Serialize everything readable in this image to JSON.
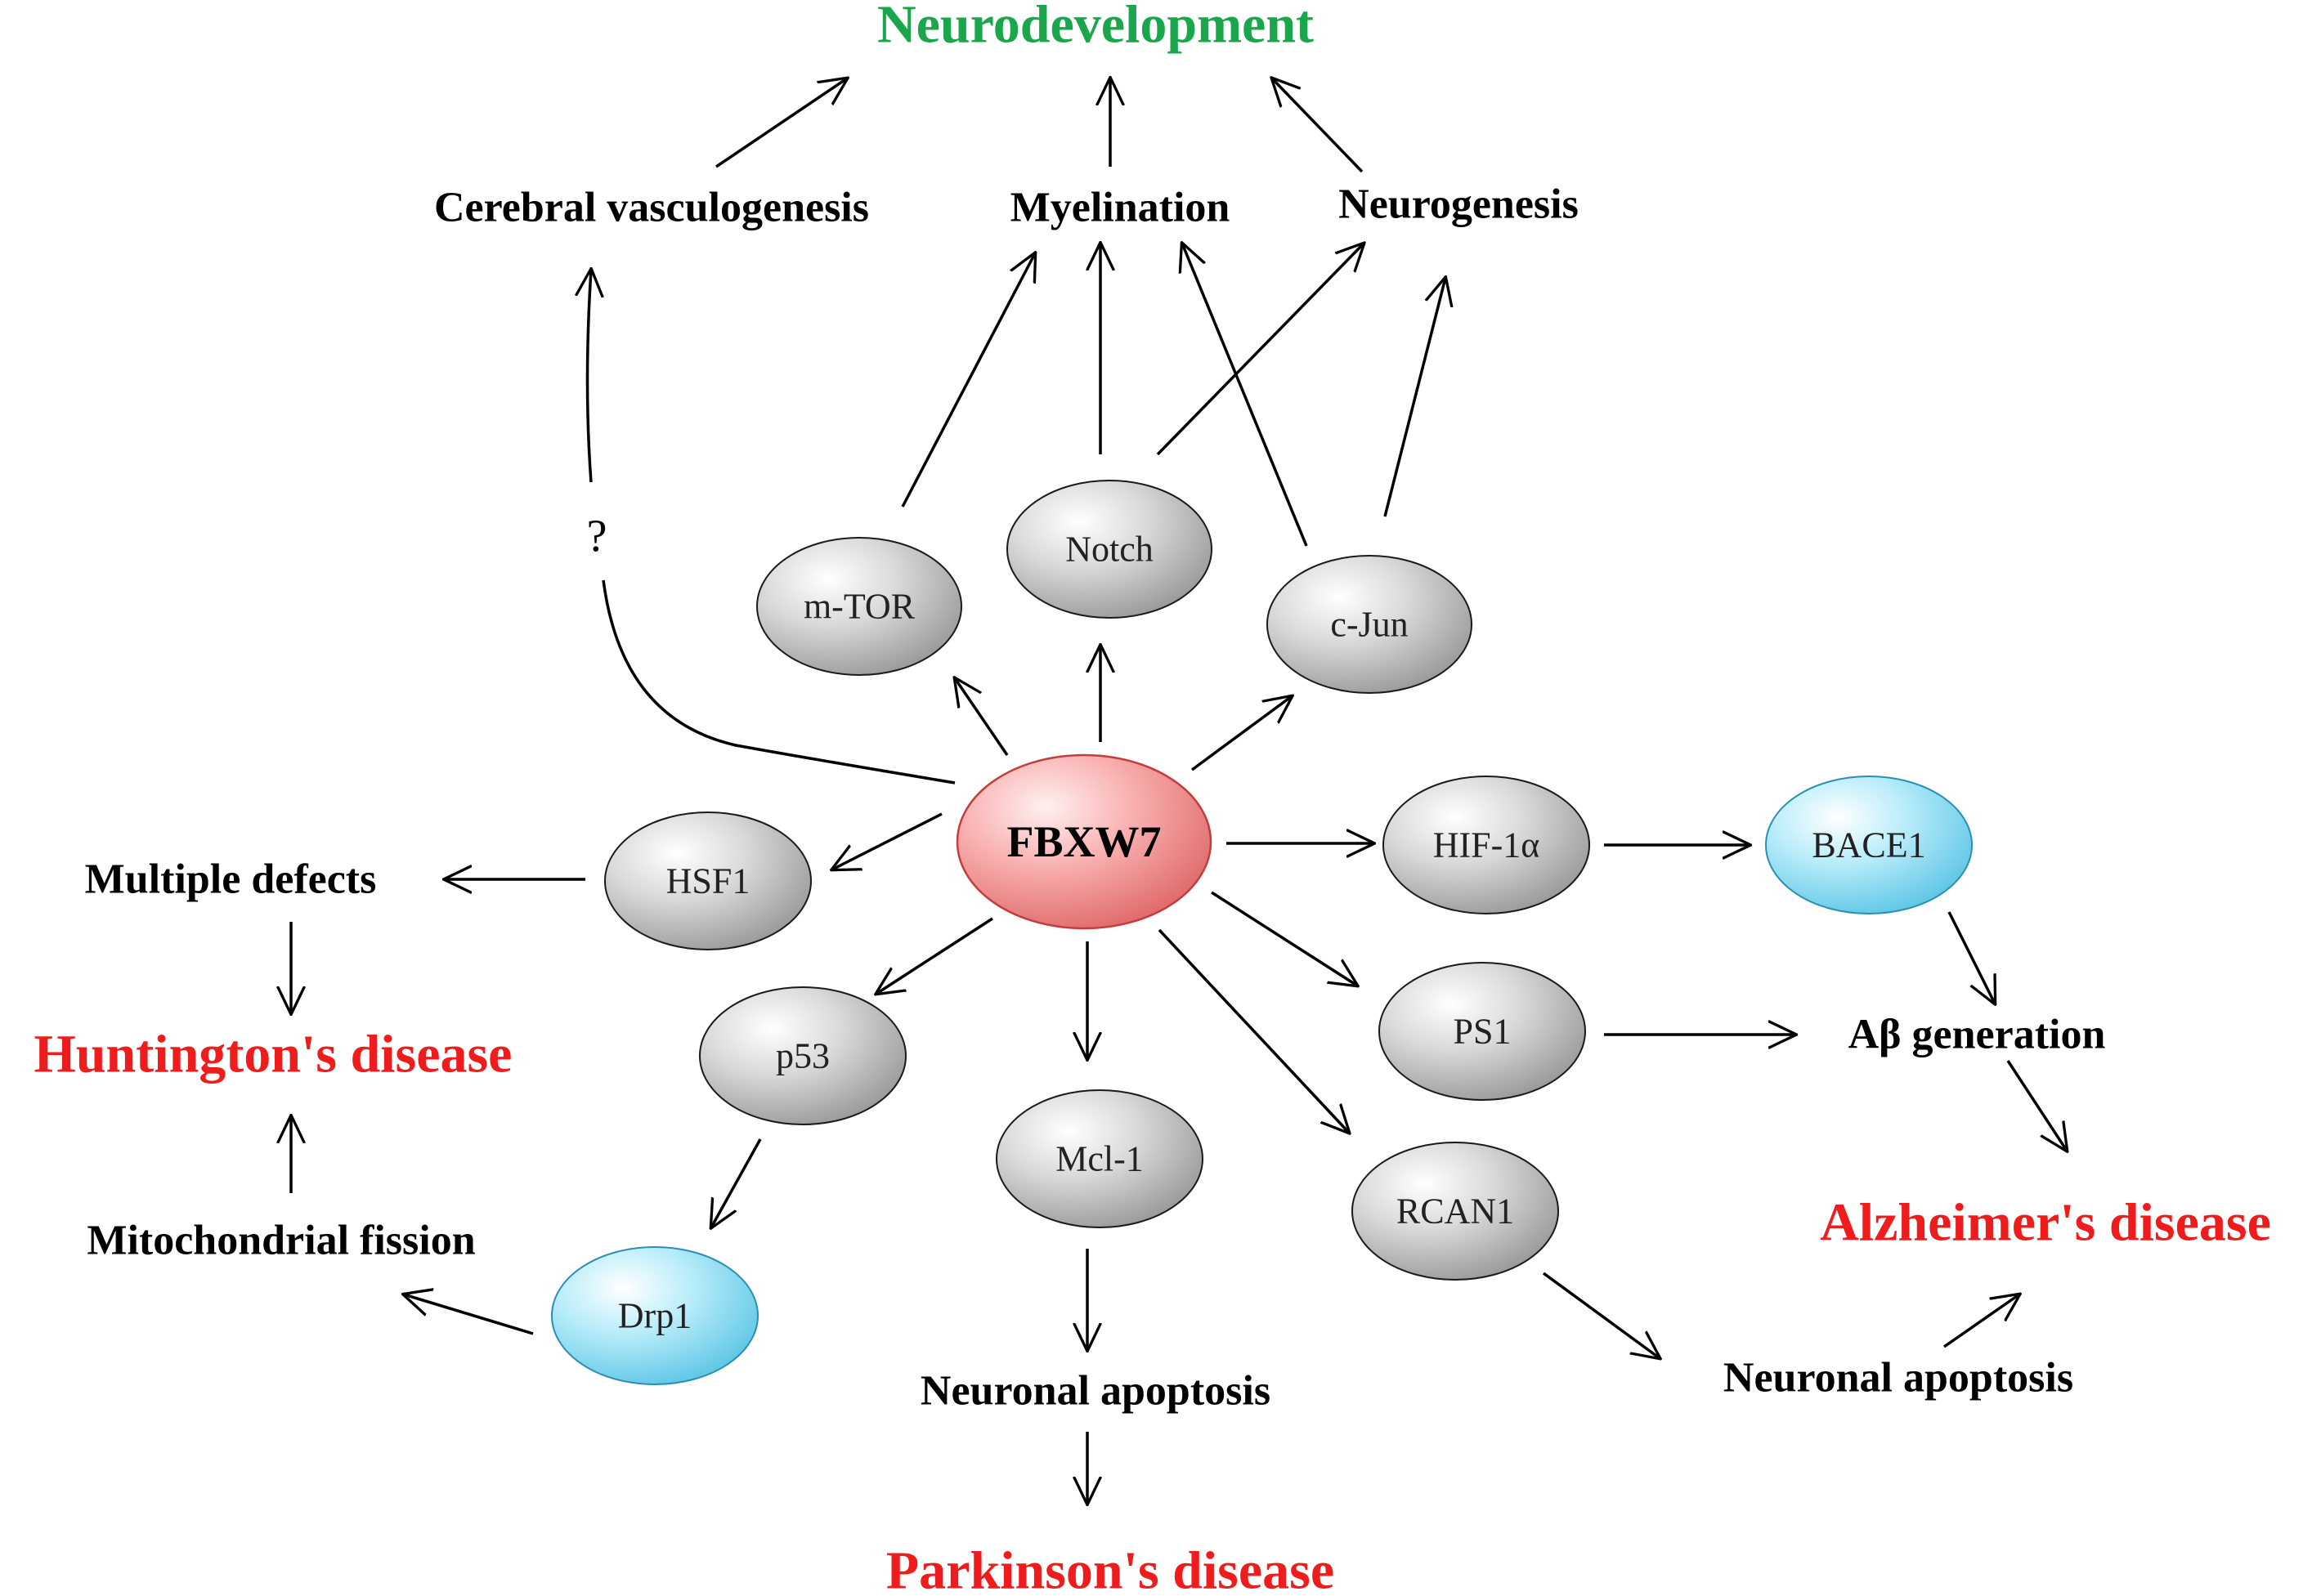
{
  "colors": {
    "neuro": "#1aa64a",
    "disease": "#ee1c1c",
    "hub_fill": "#f7a6a6",
    "hub_stroke": "#c83a3a",
    "gray_fill": "#cfcfcf",
    "blue_fill": "#a8e4f5"
  },
  "title": "Neurodevelopment",
  "processes": {
    "cerebral": "Cerebral vasculogenesis",
    "myelination": "Myelination",
    "neurogenesis": "Neurogenesis",
    "multiple": "Multiple defects",
    "mito": "Mitochondrial fission",
    "abeta": "Aβ generation",
    "apop_mid": "Neuronal apoptosis",
    "apop_right": "Neuronal apoptosis"
  },
  "diseases": {
    "huntington": "Huntington's disease",
    "parkinson": "Parkinson's disease",
    "alzheimer": "Alzheimer's disease"
  },
  "unknown": "?",
  "hub": "FBXW7",
  "nodes": {
    "mtor": "m-TOR",
    "notch": "Notch",
    "cjun": "c-Jun",
    "hsf1": "HSF1",
    "hif": "HIF-1α",
    "bace1": "BACE1",
    "ps1": "PS1",
    "p53": "p53",
    "mcl1": "Mcl-1",
    "rcan1": "RCAN1",
    "drp1": "Drp1"
  }
}
